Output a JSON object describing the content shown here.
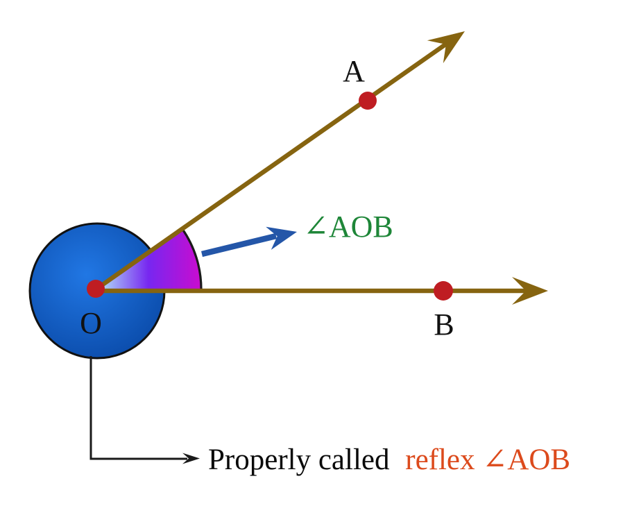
{
  "diagram": {
    "description": "Reflex angle illustration with rays OA and OB",
    "points": {
      "O": "O",
      "A": "A",
      "B": "B"
    },
    "angle_label": "∠AOB",
    "caption": {
      "prefix": "Properly called",
      "highlight": "reflex ∠AOB"
    },
    "colors": {
      "ray": "#866410",
      "circle_light": "#2177E4",
      "circle_dark": "#0A4AA8",
      "sector_start": "#AACEF8",
      "sector_mid": "#7727F0",
      "sector_end": "#CC0BCE",
      "arc_outline": "#1a1a1a",
      "point_dot": "#BF1D22",
      "pointer_arrow": "#2456A8",
      "angle_label_color": "#1E8638",
      "label_color": "#111111",
      "caption_prefix_color": "#0a0a0a",
      "caption_highlight_color": "#DC4A1C",
      "callout_line": "#1a1a1a"
    }
  }
}
